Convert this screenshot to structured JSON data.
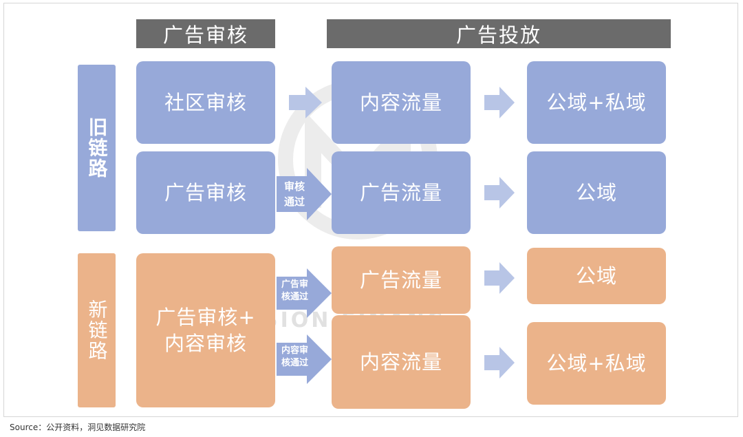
{
  "headers": {
    "review": "广告审核",
    "delivery": "广告投放"
  },
  "side_labels": {
    "old": "旧链路",
    "new": "新链路"
  },
  "old_chain": {
    "row1": {
      "review": "社区审核",
      "traffic": "内容流量",
      "domain": "公域+私域"
    },
    "row2": {
      "review": "广告审核",
      "arrow_label": "审核\n通过",
      "traffic": "广告流量",
      "domain": "公域"
    }
  },
  "new_chain": {
    "review": "广告审核+\n内容审核",
    "row1": {
      "arrow_label": "广告审\n核通过",
      "traffic": "广告流量",
      "domain": "公域"
    },
    "row2": {
      "arrow_label": "内容审\n核通过",
      "traffic": "内容流量",
      "domain": "公域+私域"
    }
  },
  "watermark_text": "SION FINANC",
  "source": "Source：公开资料，洞见数据研究院",
  "colors": {
    "blue": "#97a9d9",
    "orange": "#ebb38a",
    "header": "#6b6b6b",
    "arrow": "#b8c5e6"
  }
}
